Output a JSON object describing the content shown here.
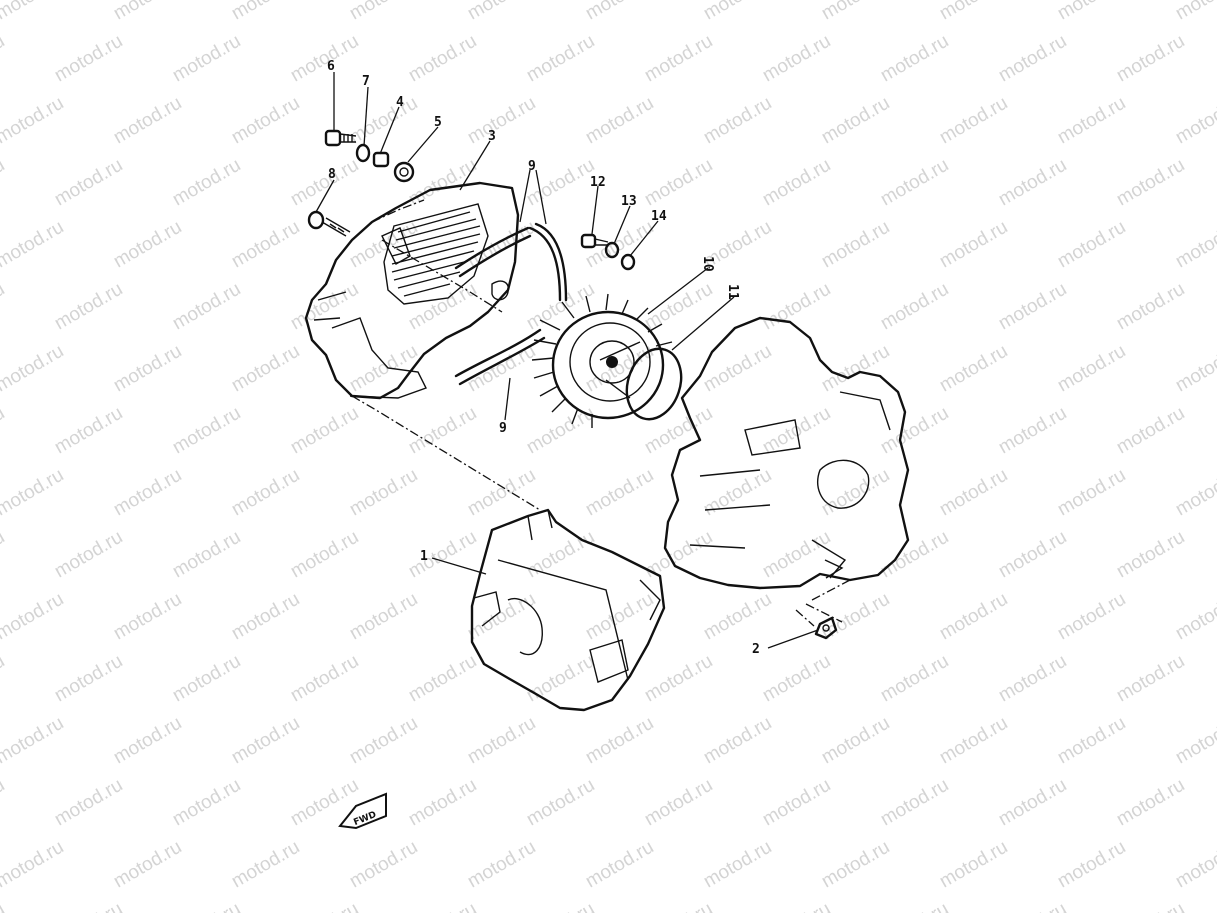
{
  "watermark": {
    "text": "motod.ru"
  },
  "callouts": [
    {
      "id": "1",
      "label": "1"
    },
    {
      "id": "2",
      "label": "2"
    },
    {
      "id": "3",
      "label": "3"
    },
    {
      "id": "4",
      "label": "4"
    },
    {
      "id": "5",
      "label": "5"
    },
    {
      "id": "6",
      "label": "6"
    },
    {
      "id": "7",
      "label": "7"
    },
    {
      "id": "8",
      "label": "8"
    },
    {
      "id": "9a",
      "label": "9"
    },
    {
      "id": "9b",
      "label": "9"
    },
    {
      "id": "10",
      "label": "10"
    },
    {
      "id": "11",
      "label": "11"
    },
    {
      "id": "12",
      "label": "12"
    },
    {
      "id": "13",
      "label": "13"
    },
    {
      "id": "14",
      "label": "14"
    }
  ],
  "front_arrow": {
    "label": "FWD"
  }
}
